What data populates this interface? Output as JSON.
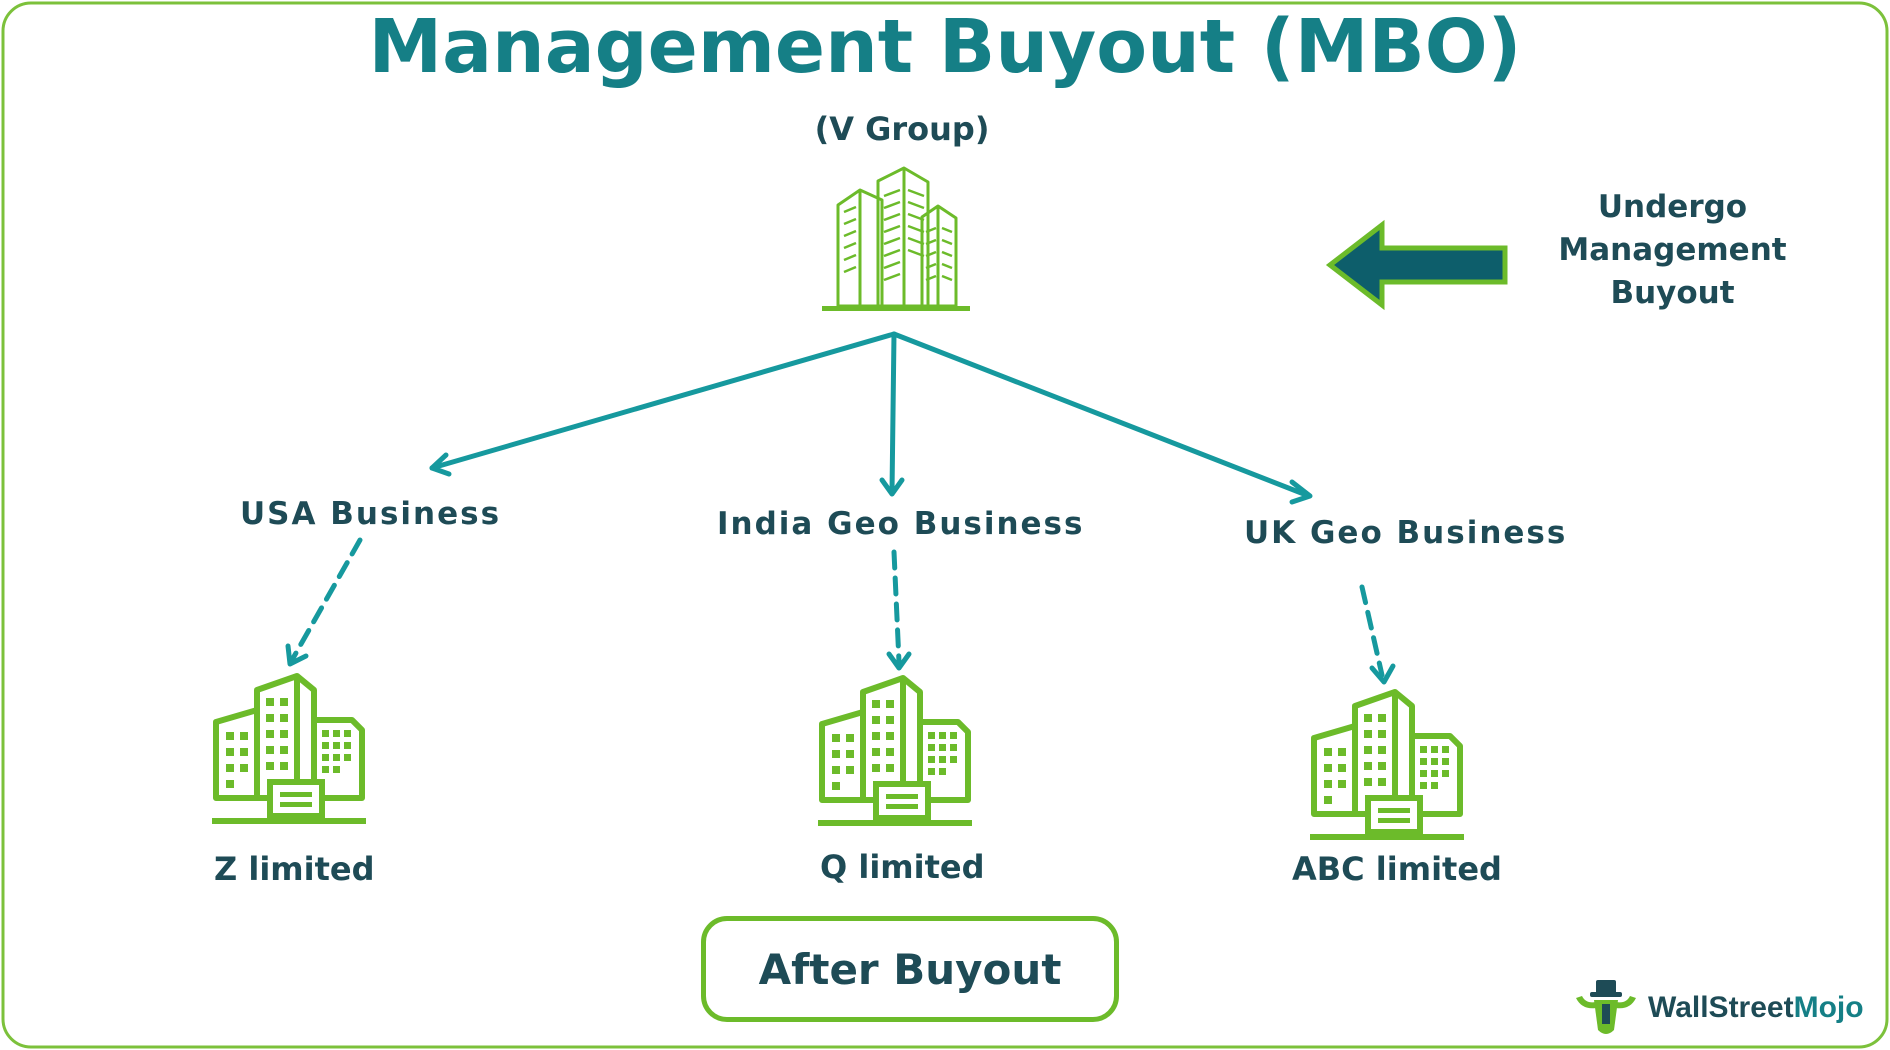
{
  "title": "Management Buyout (MBO)",
  "parent": {
    "label": "(V Group)"
  },
  "side_note": "Undergo Management Buyout",
  "businesses": [
    {
      "name": "USA Business",
      "company": "Z limited"
    },
    {
      "name": "India Geo Business",
      "company": "Q limited"
    },
    {
      "name": "UK Geo Business",
      "company": "ABC limited"
    }
  ],
  "footer_box": "After Buyout",
  "logo": {
    "part1": "WallStreet",
    "part2": "Mojo"
  },
  "colors": {
    "teal": "#16999e",
    "title_teal": "#157f86",
    "green": "#6cbb2a",
    "dark_text": "#1e4b56",
    "arrow_fill": "#0d5e6b"
  },
  "icons": [
    "skyscraper-group-icon",
    "office-building-icon",
    "left-arrow-icon",
    "bull-logo-icon"
  ]
}
